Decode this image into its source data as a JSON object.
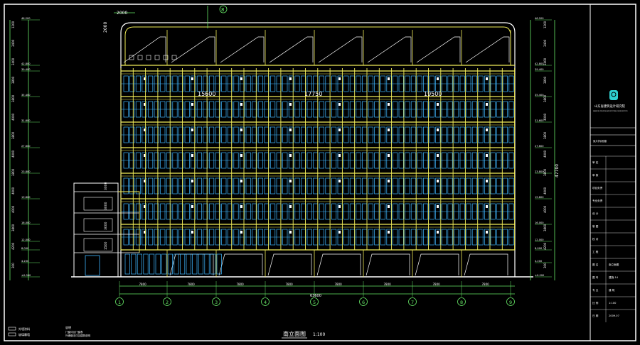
{
  "drawing": {
    "title": "南立面图",
    "scale": "1:100",
    "dims_top": [
      "2000",
      "2000"
    ],
    "level_marker": "8",
    "bay_labels": [
      "15600",
      "17750",
      "19500"
    ],
    "overall_dim": "63600",
    "axis_labels": [
      "1",
      "2",
      "3",
      "4",
      "5",
      "6",
      "7",
      "8",
      "9"
    ],
    "bay_dims": [
      "7800",
      "7800",
      "7800",
      "7800",
      "7800",
      "7800",
      "7800",
      "7800"
    ],
    "left_elevations": [
      "46.200",
      "42.800",
      "39.400",
      "35.400",
      "31.600",
      "27.600",
      "23.800",
      "19.800",
      "16.000",
      "12.000",
      "8.000",
      "4.200",
      "±0.000"
    ],
    "right_elevations": [
      "46.200",
      "42.800",
      "39.400",
      "35.400",
      "31.600",
      "27.600",
      "23.800",
      "19.800",
      "16.000",
      "12.000",
      "8.000",
      "4.200",
      "±0.000"
    ],
    "left_dims": [
      "1200",
      "3400",
      "3400",
      "3800",
      "3800",
      "4000",
      "3800",
      "4000",
      "3800",
      "4000",
      "4000",
      "3800",
      "4200",
      "300"
    ],
    "right_dims": [
      "1200",
      "3400",
      "3400",
      "3800",
      "3800",
      "4000",
      "3800",
      "4000",
      "3800",
      "4000",
      "4000",
      "3800",
      "4200",
      "300"
    ],
    "right_overall": "47700",
    "stair_dims": [
      "3000",
      "3000",
      "3000",
      "1500"
    ],
    "legend": [
      "外墙涂料",
      "玻璃幕墙"
    ],
    "notes_title": "说明",
    "notes": [
      "门窗详见门窗表",
      "外墙做法详见建筑说明"
    ]
  },
  "title_block": {
    "company": "山东省建筑设计研究院",
    "company_en": "SHANDONG PROVINCIAL ARCHITECTURAL DESIGN INSTITUTE",
    "rows": [
      [
        "审 定",
        "",
        ""
      ],
      [
        "审 核",
        "",
        ""
      ],
      [
        "项目负责",
        "",
        ""
      ],
      [
        "专业负责",
        "",
        ""
      ],
      [
        "设 计",
        "",
        ""
      ],
      [
        "制 图",
        "",
        ""
      ],
      [
        "校 对",
        "",
        ""
      ],
      [
        "工 程",
        "",
        ""
      ],
      [
        "图 名",
        "南立面图",
        ""
      ],
      [
        "图 号",
        "建施-14",
        ""
      ],
      [
        "专 业",
        "建 筑",
        ""
      ],
      [
        "比 例",
        "1:100",
        ""
      ],
      [
        "日 期",
        "2009.07",
        ""
      ]
    ],
    "project": "某大学实验楼",
    "sheet_name": "南立面图",
    "sheet_no": "建施-14",
    "date": "2009.07"
  },
  "colors": {
    "background": "#000000",
    "frame": "#ffffff",
    "structure": "#f2ee59",
    "glazing": "#3fb6ff",
    "dim": "#67e867",
    "accent": "#2fd0d0"
  }
}
